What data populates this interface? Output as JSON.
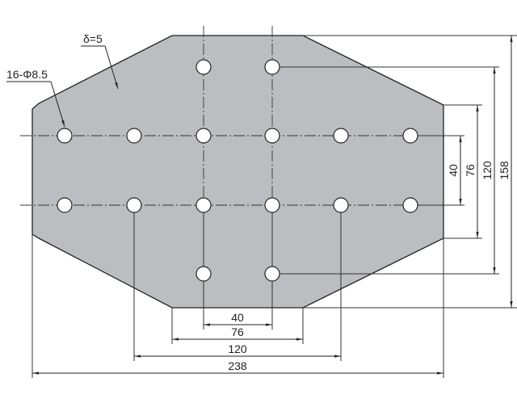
{
  "drawing": {
    "thickness_label": "δ=5",
    "holes_label": "16-Φ8.5",
    "colors": {
      "plate": "#bcbdc1",
      "line": "#222222",
      "background": "#ffffff"
    },
    "dimensions": {
      "horizontal": {
        "d40": "40",
        "d76": "76",
        "d120": "120",
        "d238": "238"
      },
      "vertical": {
        "d40": "40",
        "d76": "76",
        "d120": "120",
        "d158": "158"
      }
    }
  }
}
